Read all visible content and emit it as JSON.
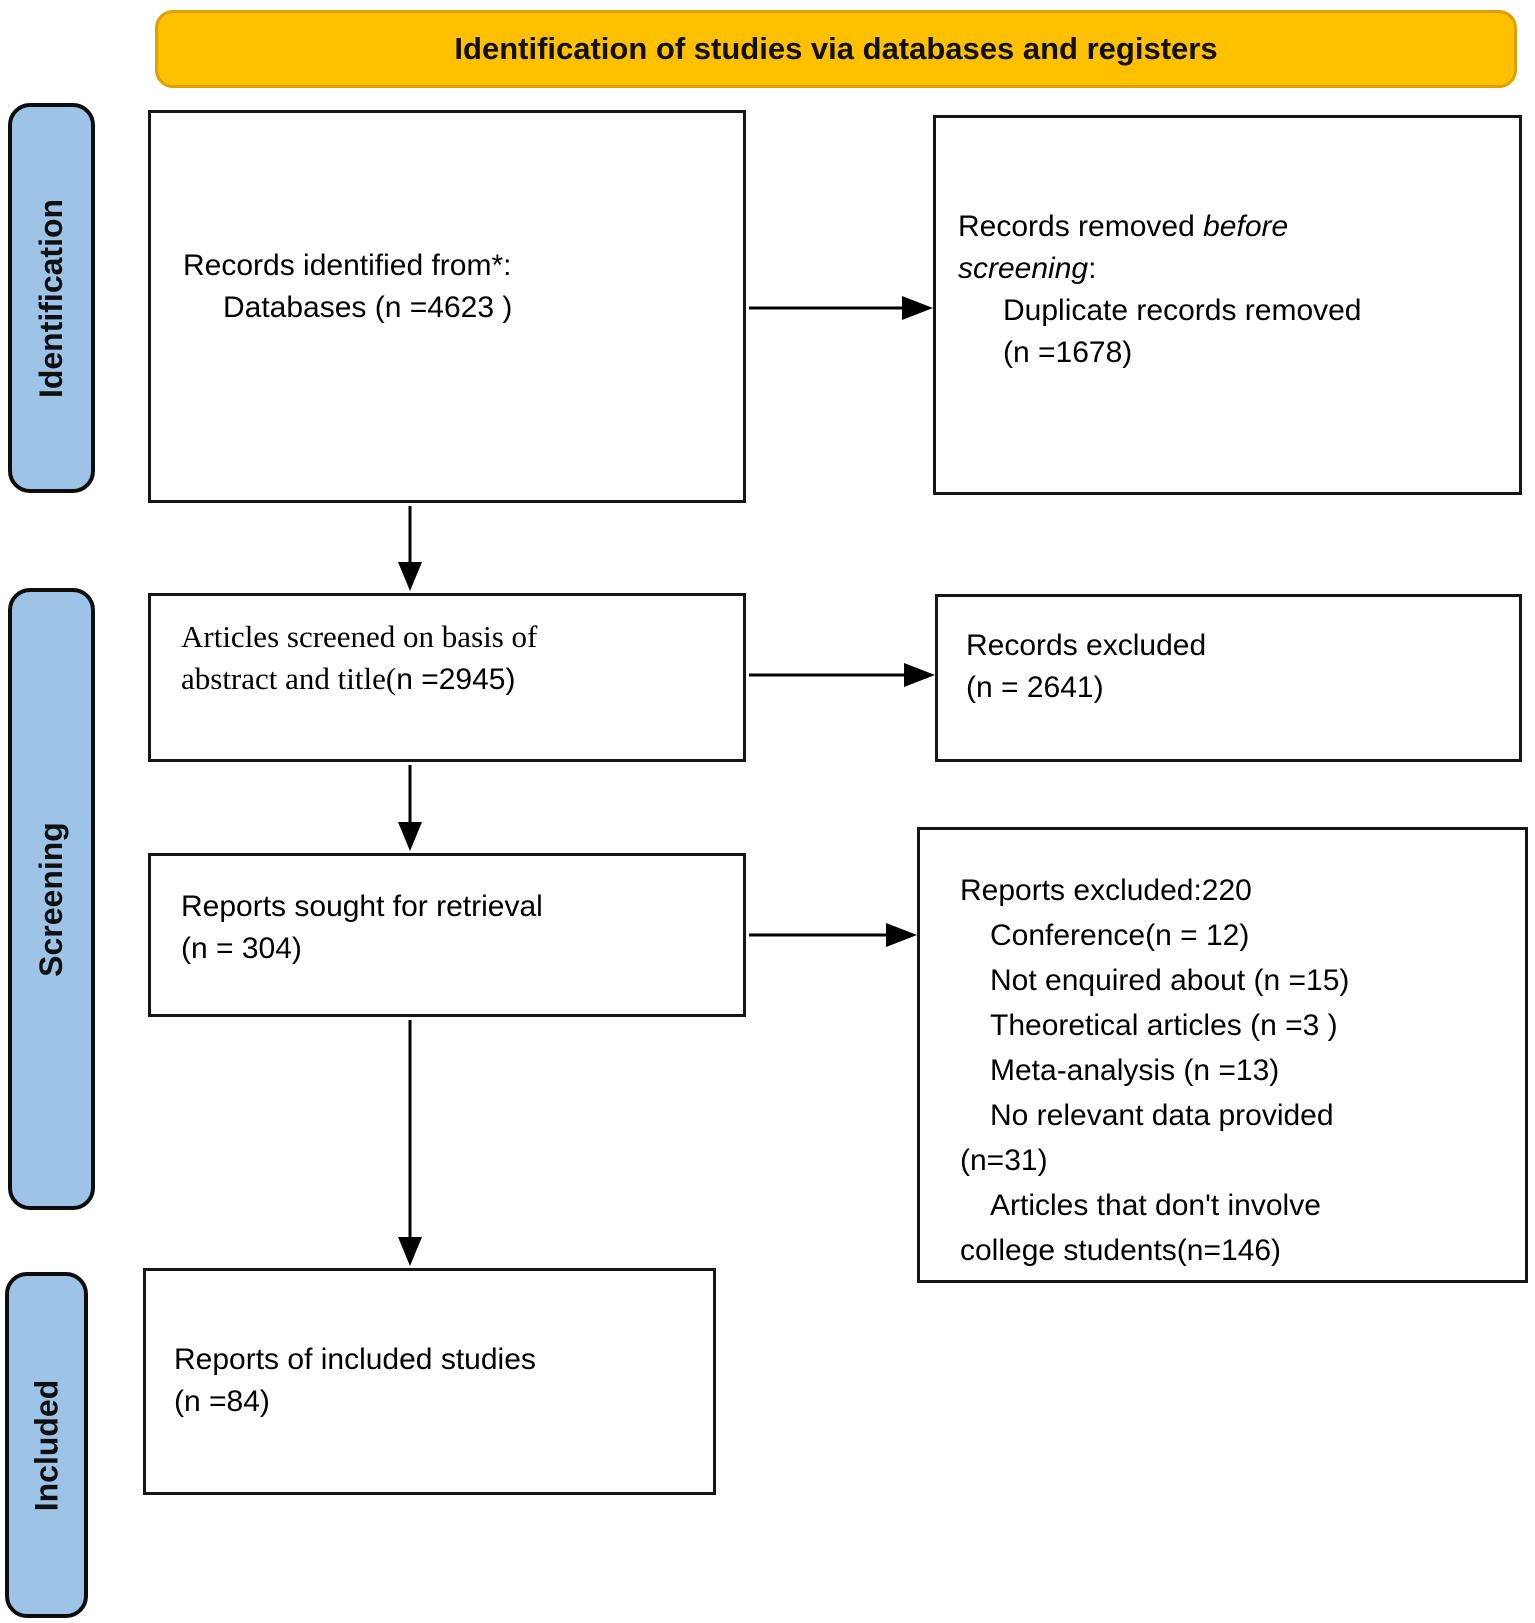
{
  "banner": {
    "title": "Identification of studies via databases and registers"
  },
  "stages": {
    "identification": "Identification",
    "screening": "Screening",
    "included": "Included"
  },
  "boxes": {
    "records_identified": {
      "line1": "Records identified from*:",
      "line2": "Databases (n =4623 )"
    },
    "records_removed": {
      "line1_normal": "Records removed ",
      "line1_italic": "before",
      "line2_italic": "screening",
      "line2_normal": ":",
      "line3": "Duplicate records removed",
      "line4": "(n =1678)"
    },
    "articles_screened": {
      "line1": "Articles screened on basis of",
      "line2_serif": "abstract and title(",
      "line2_sans": "n =2945)"
    },
    "records_excluded": {
      "line1": "Records excluded",
      "line2": "(n = 2641)"
    },
    "reports_sought": {
      "line1": "Reports sought for retrieval",
      "line2": "(n = 304)"
    },
    "reports_excluded": {
      "line1": "Reports excluded:220",
      "line2": "Conference(n = 12)",
      "line3": "Not enquired about (n =15)",
      "line4": "Theoretical articles (n =3 )",
      "line5": "Meta-analysis (n =13)",
      "line6": "No relevant data provided",
      "line7": "(n=31)",
      "line8": "Articles that don't involve",
      "line9": "college students(n=146)"
    },
    "reports_included": {
      "line1": "Reports of included studies",
      "line2": "(n =84)"
    }
  },
  "colors": {
    "banner_fill": "#FFC000",
    "banner_border": "#DFA000",
    "stage_fill": "#9DC3E6",
    "stage_border": "#0D0D0D",
    "box_border": "#161616",
    "text": "#000000"
  }
}
